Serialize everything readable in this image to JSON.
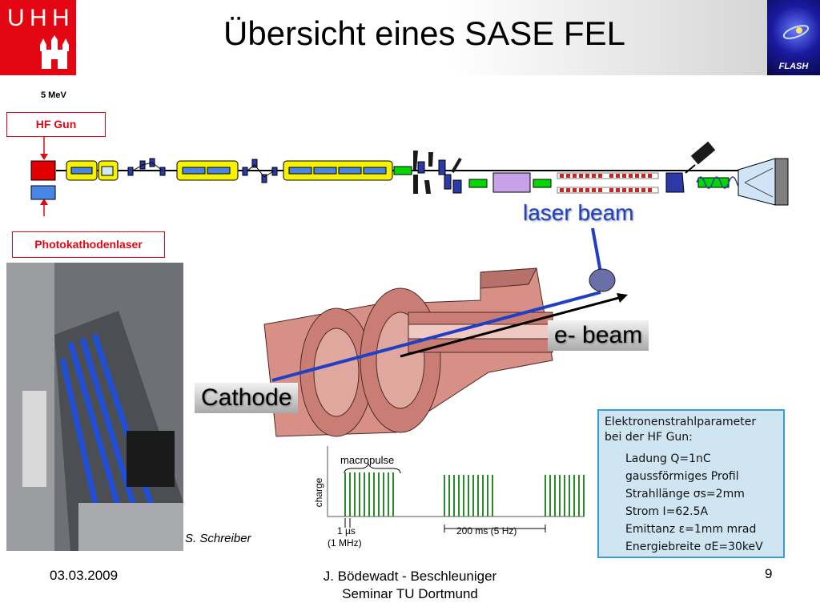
{
  "header": {
    "title": "Übersicht eines SASE FEL",
    "left_logo": "U H H",
    "right_logo": "FLASH"
  },
  "beamline": {
    "energy_label": "5 MeV",
    "gun_label": "HF Gun",
    "laser_label": "Photokathodenlaser"
  },
  "gun_figure": {
    "laser_beam": "laser beam",
    "e_beam": "e- beam",
    "cathode": "Cathode"
  },
  "pulse_diagram": {
    "y_label": "charge",
    "macropulse": "macropulse",
    "interval_short": "1 µs",
    "interval_short_freq": "(1 MHz)",
    "interval_long": "200 ms (5 Hz)"
  },
  "photo_credit": "S. Schreiber",
  "params": {
    "heading1": "Elektronenstrahlparameter",
    "heading2": "bei der HF Gun:",
    "rows": [
      "Ladung Q=1nC",
      "gaussförmiges Profil",
      "Strahllänge σs=2mm",
      "Strom I=62.5A",
      "Emittanz ε=1mm mrad",
      "Energiebreite σE=30keV"
    ]
  },
  "footer": {
    "date": "03.03.2009",
    "author_line1": "J. Bödewadt - Beschleuniger",
    "author_line2": "Seminar TU Dortmund",
    "page": "9"
  },
  "colors": {
    "uhh_red": "#e30613",
    "laser_blue": "#1f3fc6",
    "cavity_pink": "#d88f86",
    "pulse_green": "#2a8a2a",
    "param_box": "#cfe6f2"
  }
}
